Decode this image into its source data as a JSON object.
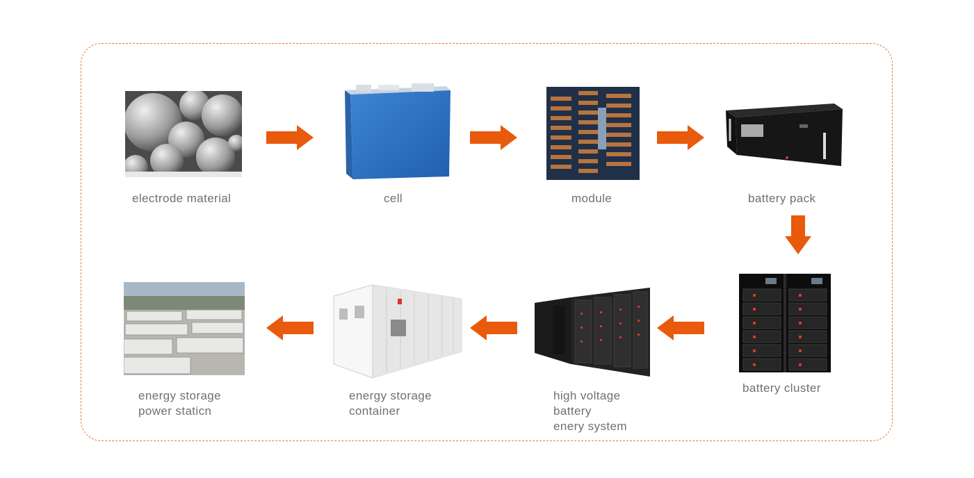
{
  "steps": {
    "electrode_material": "electrode material",
    "cell": "cell",
    "module": "module",
    "battery_pack": "battery pack",
    "battery_cluster": "battery cluster",
    "hv_system": "high voltage\nbattery\nenery system",
    "container": "energy storage\ncontainer",
    "power_station": "energy storage\npower staticn"
  },
  "colors": {
    "accent": "#e85a0c",
    "frame": "#e87a3c",
    "text": "#6f6f6f"
  }
}
